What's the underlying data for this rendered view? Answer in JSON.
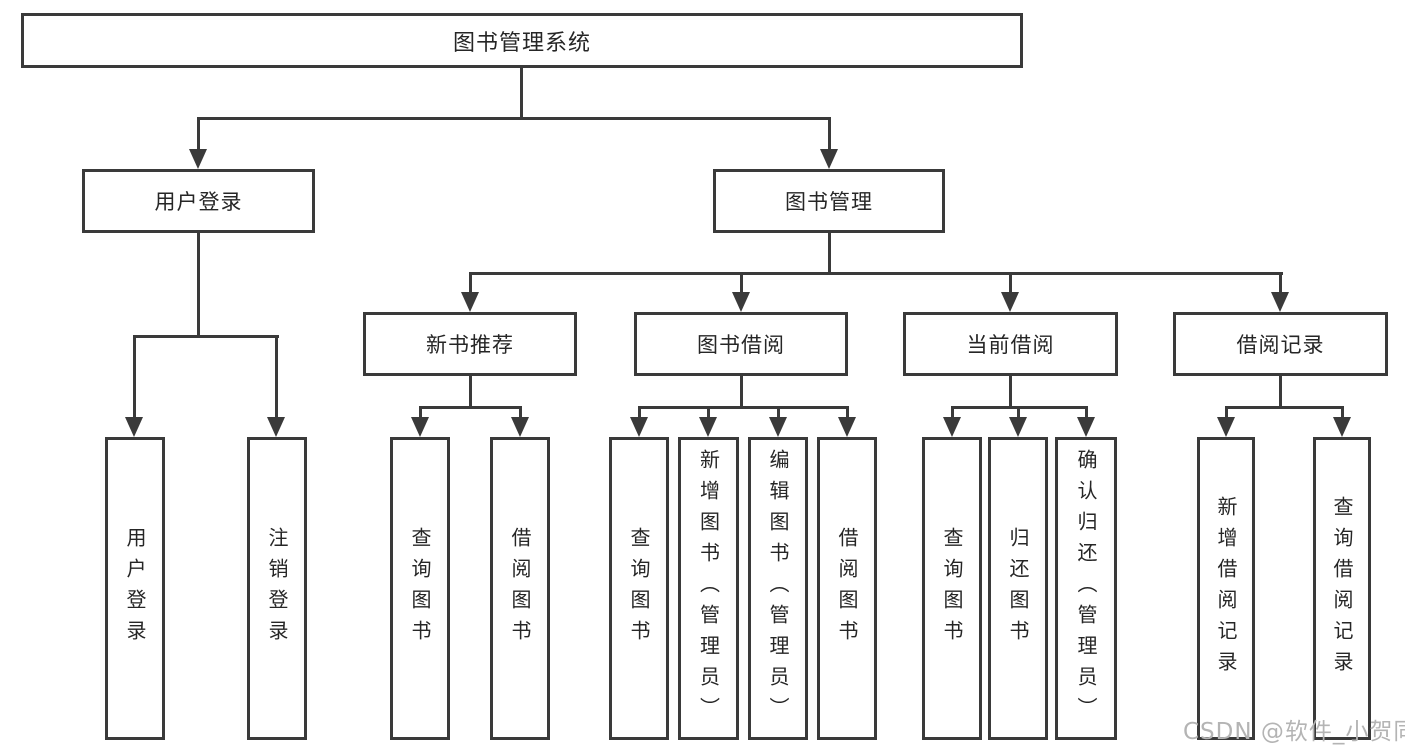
{
  "diagram": {
    "type": "hierarchy-tree",
    "background": "#ffffff",
    "line_color": "#3a3a3a",
    "text_color": "#262626",
    "root": {
      "label": "图书管理系统"
    },
    "branches": [
      {
        "label": "用户登录",
        "children": [
          {
            "label": "用户登录"
          },
          {
            "label": "注销登录"
          }
        ]
      },
      {
        "label": "图书管理",
        "children": [
          {
            "label": "新书推荐",
            "children": [
              {
                "label": "查询图书"
              },
              {
                "label": "借阅图书"
              }
            ]
          },
          {
            "label": "图书借阅",
            "children": [
              {
                "label": "查询图书"
              },
              {
                "label": "新增图书（管理员）"
              },
              {
                "label": "编辑图书（管理员）"
              },
              {
                "label": "借阅图书"
              }
            ]
          },
          {
            "label": "当前借阅",
            "children": [
              {
                "label": "查询图书"
              },
              {
                "label": "归还图书"
              },
              {
                "label": "确认归还（管理员）"
              }
            ]
          },
          {
            "label": "借阅记录",
            "children": [
              {
                "label": "新增借阅记录"
              },
              {
                "label": "查询借阅记录"
              }
            ]
          }
        ]
      }
    ]
  },
  "watermark": {
    "text": "CSDN @软件_小贺同学",
    "color": "#b4b4b4"
  }
}
